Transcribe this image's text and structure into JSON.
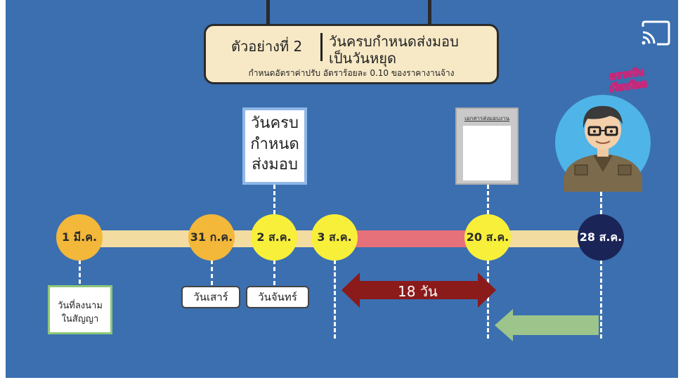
{
  "title_box": {
    "example_label": "ตัวอย่างที่ 2",
    "title_line1": "วันครบกำหนดส่งมอบ",
    "title_line2": "เป็นวันหยุด",
    "subtitle": "กำหนดอัตราค่าปรับ อัตราร้อยละ 0.10 ของราคางานจ้าง"
  },
  "due_box": {
    "line1": "วันครบ",
    "line2": "กำหนด",
    "line3": "ส่งมอบ"
  },
  "document": {
    "label": "เอกสารส่งมอบงาน"
  },
  "officer": {
    "line1": "ตรวจรับ",
    "line2": "เรียบร้อย"
  },
  "timeline": {
    "nodes": [
      {
        "label": "1 มี.ค.",
        "color": "#f3b73a"
      },
      {
        "label": "31 ก.ค.",
        "color": "#f3b73a"
      },
      {
        "label": "2 ส.ค.",
        "color": "#f8ef3a"
      },
      {
        "label": "3 ส.ค.",
        "color": "#f8ef3a"
      },
      {
        "label": "20 ส.ค.",
        "color": "#f8ef3a"
      },
      {
        "label": "28 ส.ค.",
        "color": "#1b2457"
      }
    ],
    "bar_color": "#f2dca0",
    "late_bar_color": "#e6717a"
  },
  "labels": {
    "sign_line1": "วันที่ลงนาม",
    "sign_line2": "ในสัญญา",
    "saturday": "วันเสาร์",
    "monday": "วันจันทร์"
  },
  "days_arrow": {
    "label": "18 วัน",
    "color": "#8b1a1a"
  },
  "back_arrow": {
    "color": "#9cc48b"
  },
  "icons": {
    "cast": "cast-icon"
  }
}
